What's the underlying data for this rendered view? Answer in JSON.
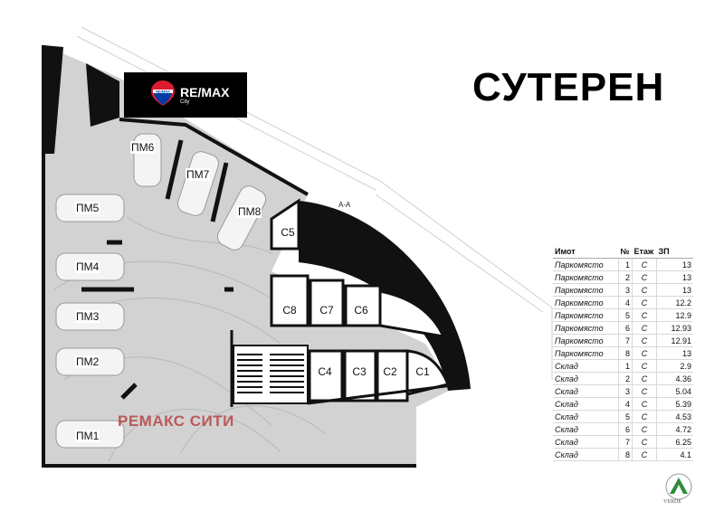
{
  "title": "СУТЕРЕН",
  "logo": {
    "brand": "RE/MAX",
    "sub": "City",
    "balloon_text": "RE/MAX"
  },
  "watermark": "РЕМАКС СИТИ",
  "section_marker": "A-A",
  "parking_labels": [
    "ПМ1",
    "ПМ2",
    "ПМ3",
    "ПМ4",
    "ПМ5",
    "ПМ6",
    "ПМ7",
    "ПМ8"
  ],
  "storage_labels": [
    "C1",
    "C2",
    "C3",
    "C4",
    "C5",
    "C6",
    "C7",
    "C8"
  ],
  "table": {
    "headers": [
      "Имот",
      "№",
      "Етаж",
      "ЗП"
    ],
    "rows": [
      {
        "name": "Паркомясто",
        "num": "1",
        "floor": "С",
        "area": "13"
      },
      {
        "name": "Паркомясто",
        "num": "2",
        "floor": "С",
        "area": "13"
      },
      {
        "name": "Паркомясто",
        "num": "3",
        "floor": "С",
        "area": "13"
      },
      {
        "name": "Паркомясто",
        "num": "4",
        "floor": "С",
        "area": "12.2"
      },
      {
        "name": "Паркомясто",
        "num": "5",
        "floor": "С",
        "area": "12.9"
      },
      {
        "name": "Паркомясто",
        "num": "6",
        "floor": "С",
        "area": "12.93"
      },
      {
        "name": "Паркомясто",
        "num": "7",
        "floor": "С",
        "area": "12.91"
      },
      {
        "name": "Паркомясто",
        "num": "8",
        "floor": "С",
        "area": "13"
      },
      {
        "name": "Склад",
        "num": "1",
        "floor": "С",
        "area": "2.9"
      },
      {
        "name": "Склад",
        "num": "2",
        "floor": "С",
        "area": "4.36"
      },
      {
        "name": "Склад",
        "num": "3",
        "floor": "С",
        "area": "5.04"
      },
      {
        "name": "Склад",
        "num": "4",
        "floor": "С",
        "area": "5.39"
      },
      {
        "name": "Склад",
        "num": "5",
        "floor": "С",
        "area": "4.53"
      },
      {
        "name": "Склад",
        "num": "6",
        "floor": "С",
        "area": "4.72"
      },
      {
        "name": "Склад",
        "num": "7",
        "floor": "С",
        "area": "6.25"
      },
      {
        "name": "Склад",
        "num": "8",
        "floor": "С",
        "area": "4.1"
      }
    ]
  },
  "developer_logo": "VERDE"
}
